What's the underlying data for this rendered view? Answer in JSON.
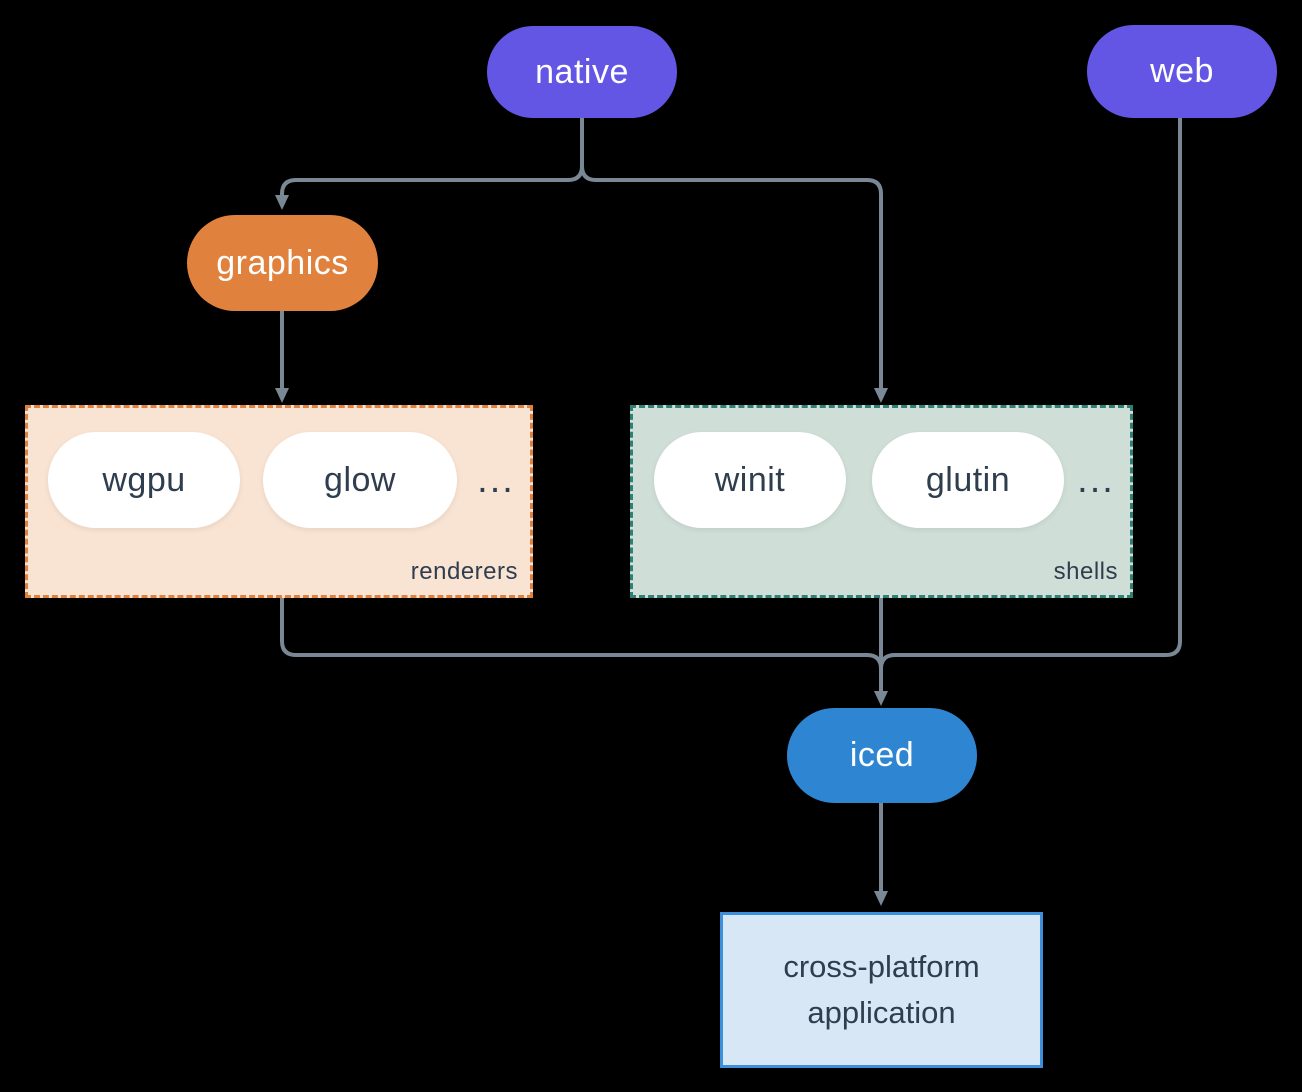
{
  "nodes": {
    "native": {
      "label": "native"
    },
    "web": {
      "label": "web"
    },
    "graphics": {
      "label": "graphics"
    },
    "iced": {
      "label": "iced"
    },
    "app": {
      "label": "cross-platform application"
    }
  },
  "groups": {
    "renderers": {
      "label": "renderers",
      "items": [
        "wgpu",
        "glow"
      ],
      "ellipsis": "..."
    },
    "shells": {
      "label": "shells",
      "items": [
        "winit",
        "glutin"
      ],
      "ellipsis": "..."
    }
  },
  "edges": [
    {
      "from": "native",
      "to": "graphics"
    },
    {
      "from": "native",
      "to": "shells"
    },
    {
      "from": "graphics",
      "to": "renderers"
    },
    {
      "from": "renderers",
      "to": "iced"
    },
    {
      "from": "shells",
      "to": "iced"
    },
    {
      "from": "web",
      "to": "iced"
    },
    {
      "from": "iced",
      "to": "app"
    }
  ],
  "colors": {
    "bg": "#000000",
    "line": "#7a8795",
    "purple": "#6456e4",
    "orange": "#e0823d",
    "blue": "#2e86d2",
    "white": "#ffffff",
    "dark": "#2f3e4e",
    "renderersFill": "#f9e4d3",
    "renderersBorder": "#e0823d",
    "shellsFill": "#cfdfd8",
    "shellsBorder": "#2f8075",
    "appFill": "#d8e7f6",
    "appBorder": "#3d8edb"
  }
}
